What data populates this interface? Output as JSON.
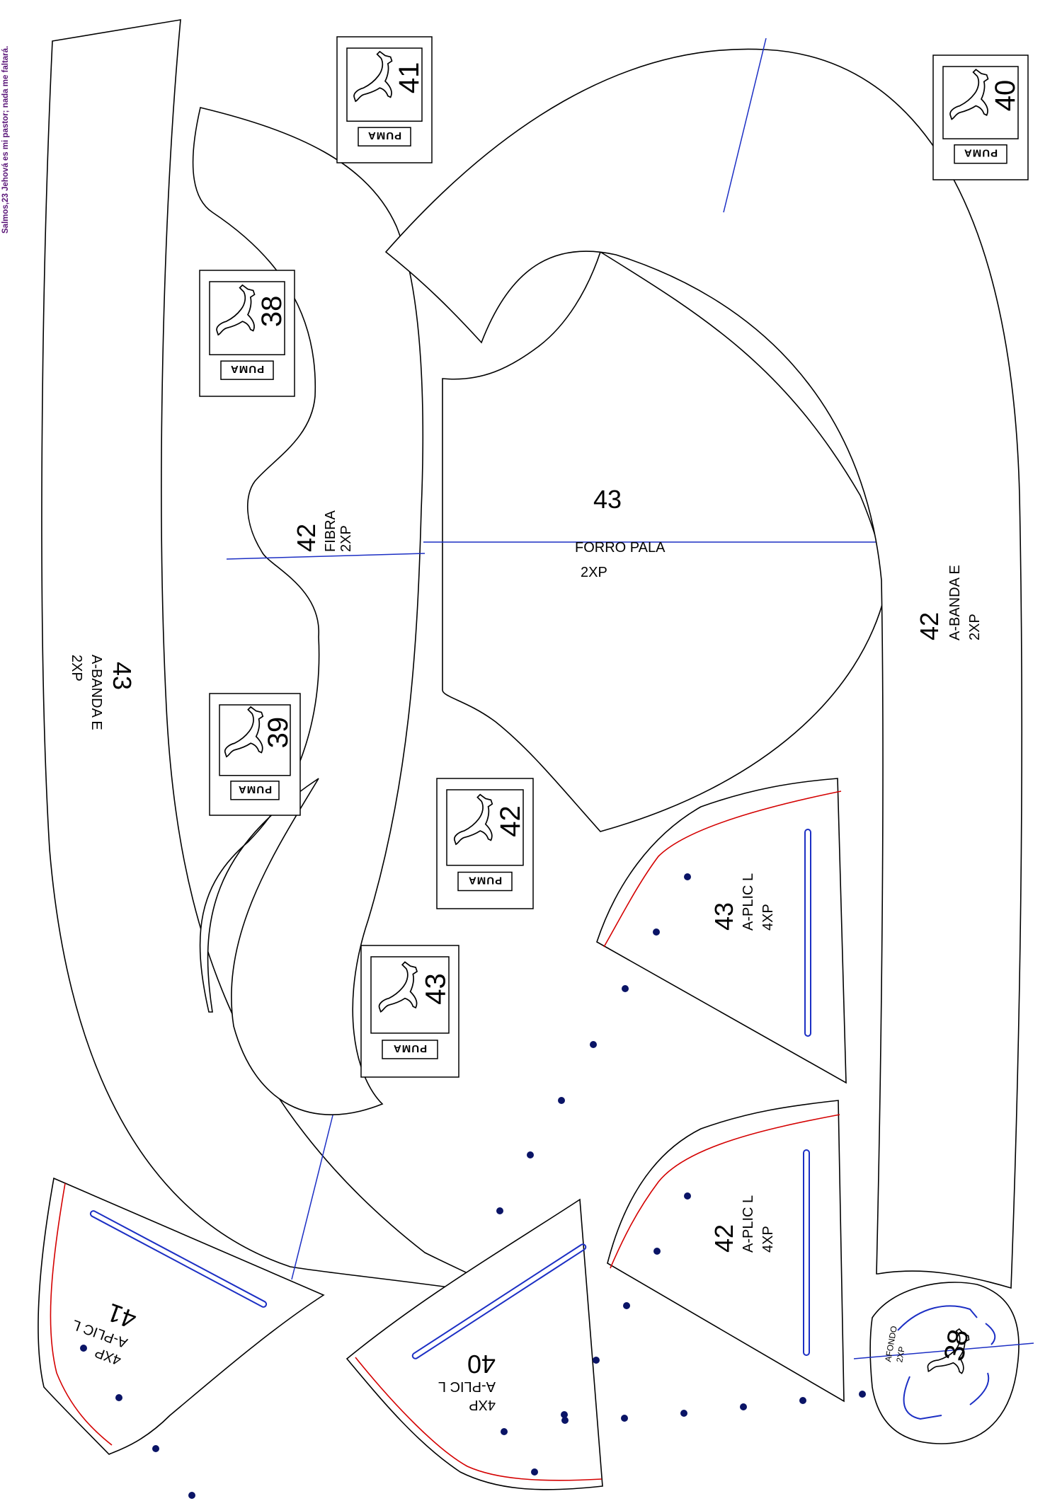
{
  "psalm": "Salmos,23 Jehová es mi pastor; nada me faltará.",
  "brand": "PUMA",
  "colors": {
    "outline": "#000000",
    "seam": "#d40000",
    "guide": "#1c2fc4",
    "dot": "#0a1466",
    "psalm": "#5a1678"
  },
  "icons": [
    "puma-cat-icon"
  ],
  "stamps": [
    {
      "id": "41",
      "number": "41"
    },
    {
      "id": "40",
      "number": "40"
    },
    {
      "id": "38",
      "number": "38"
    },
    {
      "id": "39",
      "number": "39"
    },
    {
      "id": "42",
      "number": "42"
    },
    {
      "id": "43",
      "number": "43"
    }
  ],
  "pieces": {
    "banda_43": {
      "number": "43",
      "name": "A-BANDA E",
      "qty": "2XP"
    },
    "banda_42": {
      "number": "42",
      "name": "A-BANDA E",
      "qty": "2XP"
    },
    "fibra": {
      "number": "42",
      "name": "FIBRA",
      "qty": "2XP"
    },
    "forro": {
      "number": "43",
      "name": "FORRO PALA",
      "qty": "2XP"
    },
    "aplic_43": {
      "number": "43",
      "name": "A-PLIC L",
      "qty": "4XP"
    },
    "aplic_42": {
      "number": "42",
      "name": "A-PLIC L",
      "qty": "4XP"
    },
    "aplic_41": {
      "number": "41",
      "name": "A-PLIC L",
      "qty": "4XP"
    },
    "aplic_40": {
      "number": "40",
      "name": "A-PLIC L",
      "qty": "4XP"
    },
    "afondo": {
      "number": "38",
      "name": "AFONDO",
      "qty": "2XP"
    }
  }
}
